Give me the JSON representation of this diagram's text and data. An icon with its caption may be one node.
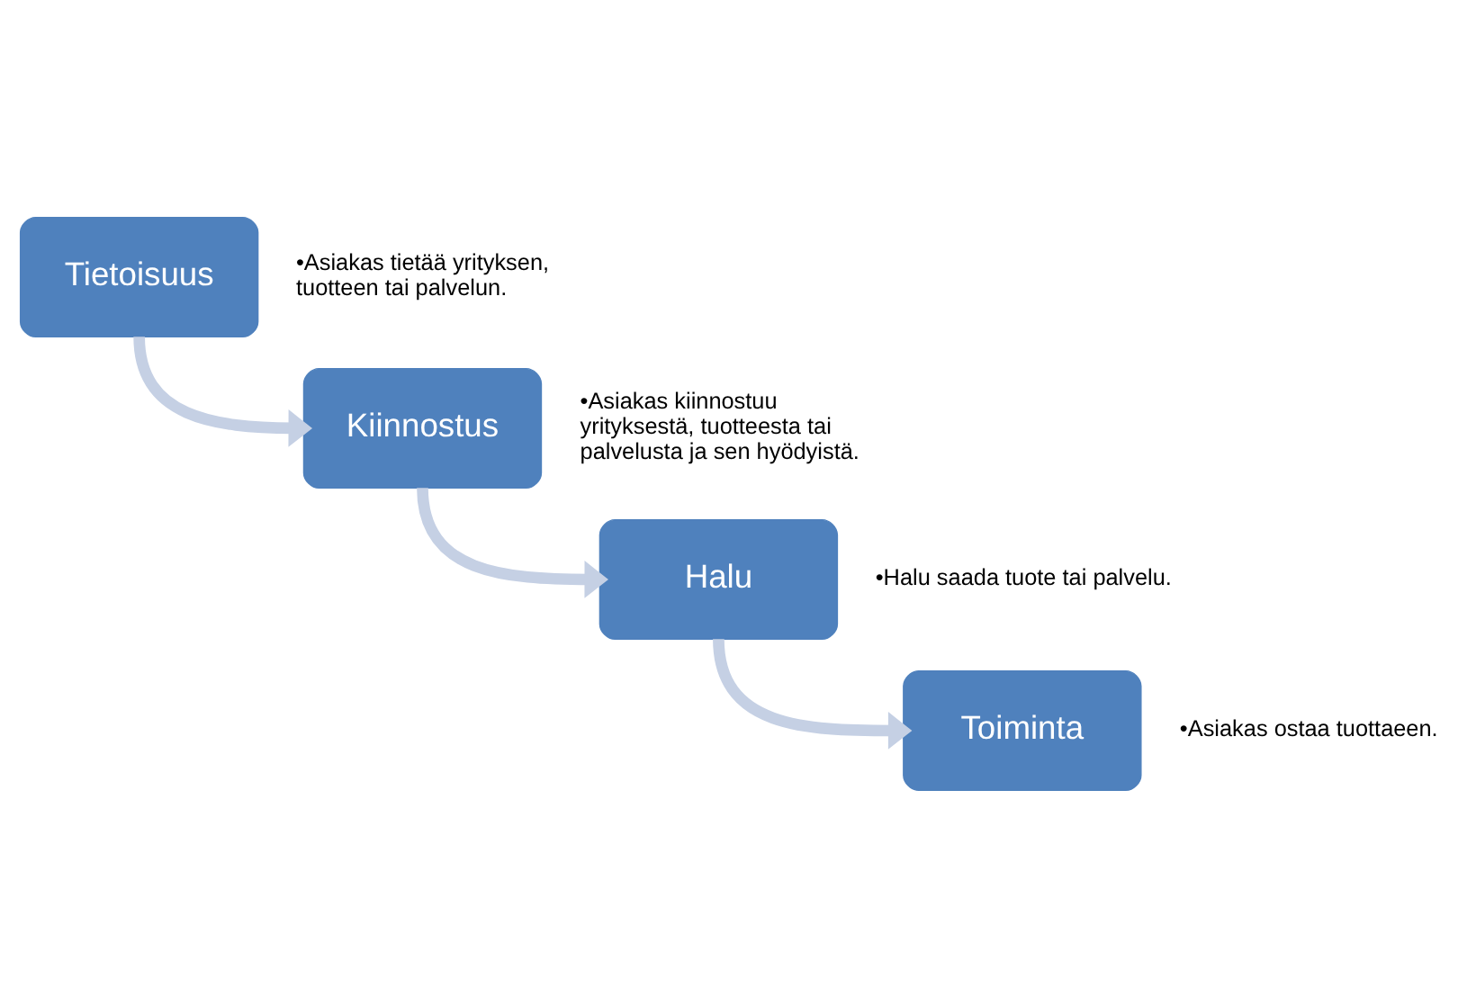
{
  "diagram": {
    "nodes": [
      {
        "text": [
          "Tietoisuus"
        ],
        "beside": [
          "•Asiakas tietää yrityksen, tuotteen tai palvelun."
        ]
      },
      {
        "text": [
          "Kiinnostus"
        ],
        "beside": [
          "•Asiakas kiinnostuu yrityksestä, tuotteesta tai palvelusta ja sen hyödyistä."
        ]
      },
      {
        "text": [
          "Halu"
        ],
        "beside": [
          "•Halu saada tuote tai palvelu."
        ]
      },
      {
        "text": [
          "Toiminta"
        ],
        "beside": [
          "•Asiakas ostaa tuottaeen."
        ]
      }
    ],
    "edges": [
      {
        "from": 0,
        "to": 1,
        "arrow": "to",
        "color": "#c5d0e4"
      },
      {
        "from": 1,
        "to": 2,
        "arrow": "to",
        "color": "#c5d0e4"
      },
      {
        "from": 2,
        "to": 3,
        "arrow": "to",
        "color": "#c5d0e4"
      }
    ]
  }
}
